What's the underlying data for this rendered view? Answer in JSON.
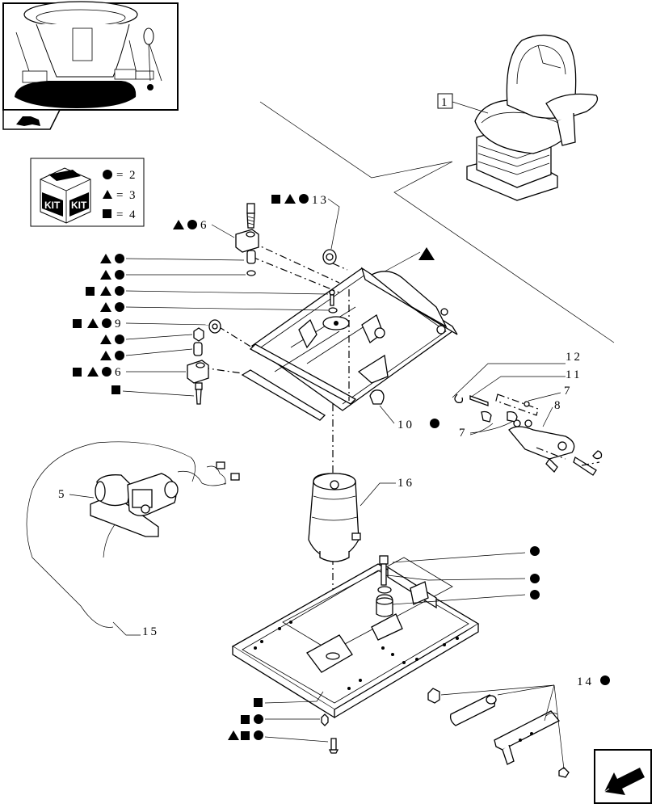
{
  "kit_legend": {
    "kit_text_1": "KIT",
    "kit_text_2": "KIT",
    "rows": [
      {
        "symbol": "circle",
        "eq": "=",
        "value": "2"
      },
      {
        "symbol": "triangle",
        "eq": "=",
        "value": "3"
      },
      {
        "symbol": "square",
        "eq": "=",
        "value": "4"
      }
    ]
  },
  "callouts": {
    "c1": "1",
    "c5": "5",
    "c6a": "6",
    "c6b": "6",
    "c7a": "7",
    "c7b": "7",
    "c8": "8",
    "c9": "9",
    "c10": "10",
    "c11": "11",
    "c12": "12",
    "c13": "13",
    "c14": "14",
    "c15": "15",
    "c16": "16"
  },
  "icons": {
    "thumbnail": "tractor-cab-pedals-icon",
    "nav_back": "back-arrow-icon",
    "nav_next": "next-page-arrow-icon"
  }
}
